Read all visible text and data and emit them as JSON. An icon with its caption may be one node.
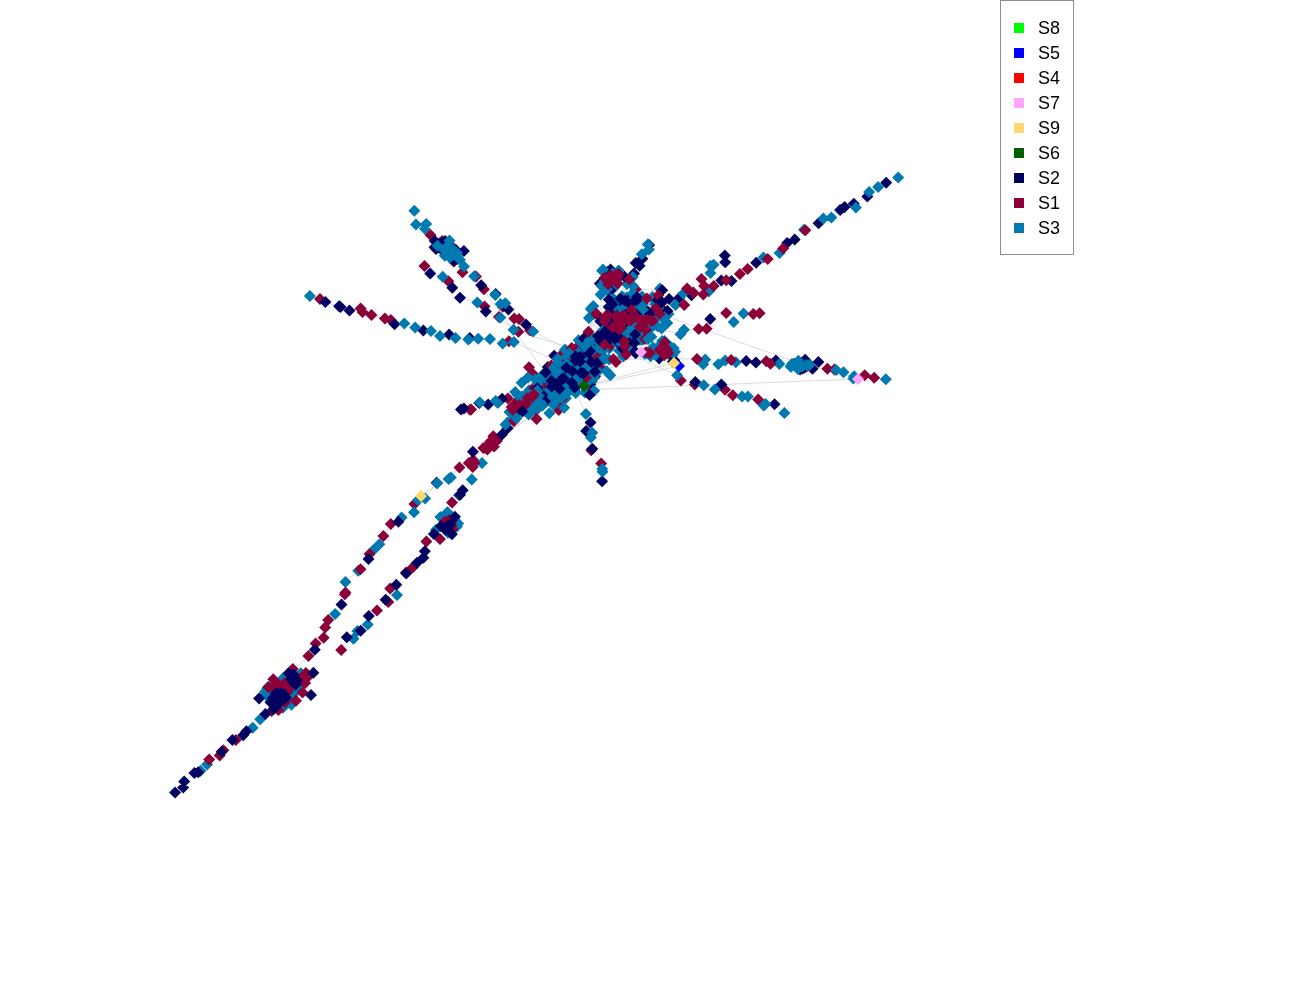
{
  "diagram": {
    "legend": [
      {
        "text": "S8",
        "color": "#00ff00"
      },
      {
        "text": "S5",
        "color": "#0000ff"
      },
      {
        "text": "S4",
        "color": "#ff0000"
      },
      {
        "text": "S7",
        "color": "#ffa6ff"
      },
      {
        "text": "S9",
        "color": "#ffd86b"
      },
      {
        "text": "S6",
        "color": "#006000"
      },
      {
        "text": "S2",
        "color": "#000060"
      },
      {
        "text": "S1",
        "color": "#8b0038"
      },
      {
        "text": "S3",
        "color": "#0079b0"
      }
    ]
  }
}
